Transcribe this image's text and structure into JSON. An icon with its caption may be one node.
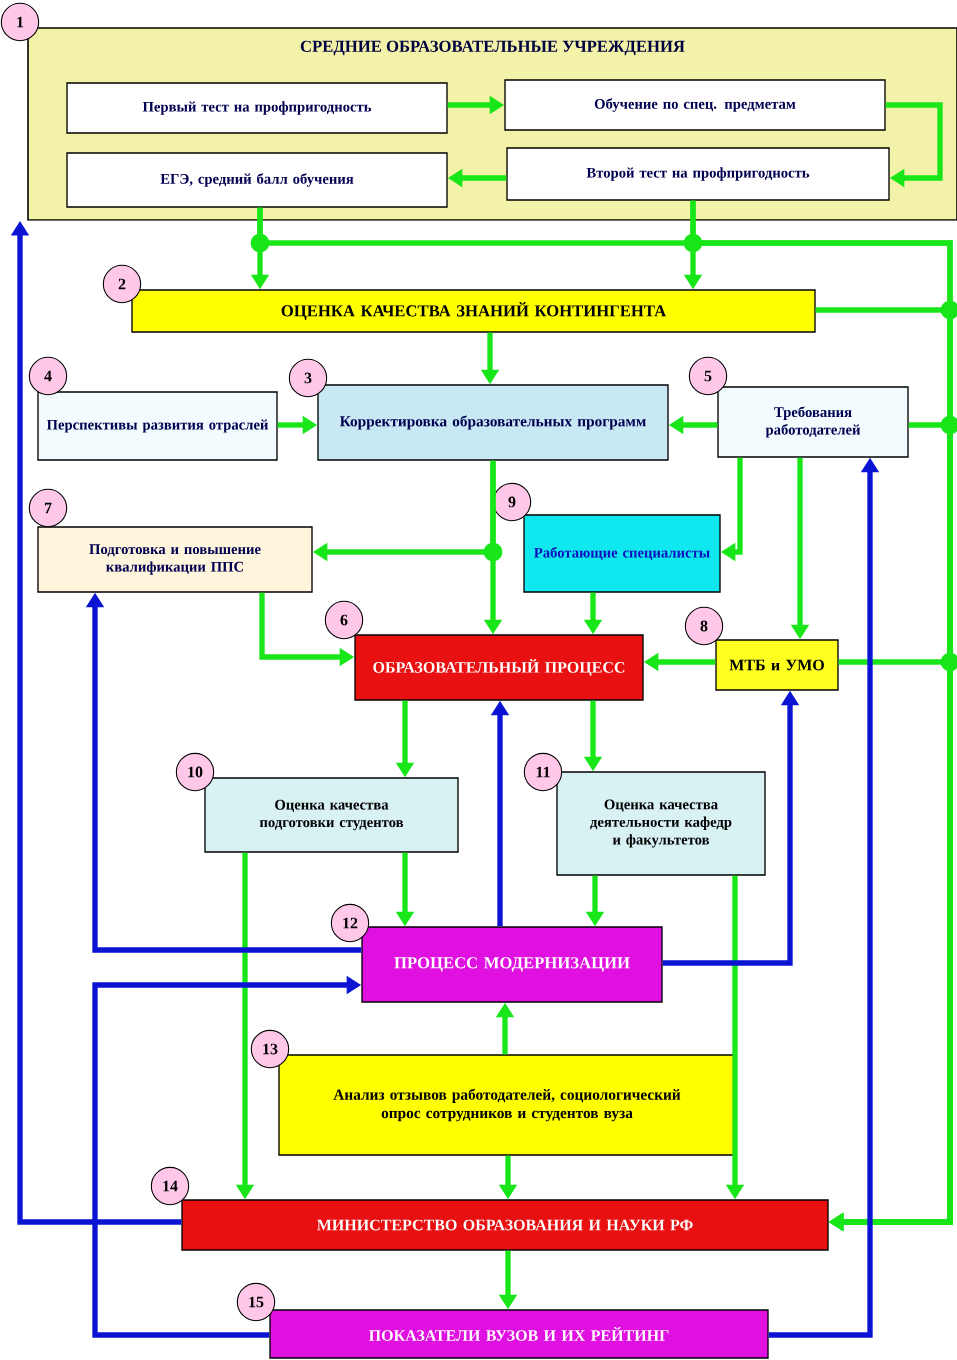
{
  "diagram": {
    "nodes": [
      {
        "text": [
          "СРЕДНИЕ ОБРАЗОВАТЕЛЬНЫЕ УЧРЕЖДЕНИЯ"
        ],
        "beside": [
          "1"
        ]
      },
      {
        "text": [
          "Первый тест на профпригодность"
        ],
        "in": 0
      },
      {
        "text": [
          "Обучение по спец. предметам"
        ],
        "in": 0
      },
      {
        "text": [
          "ЕГЭ, средний балл обучения"
        ],
        "in": 0
      },
      {
        "text": [
          "Второй тест на профпригодность"
        ],
        "in": 0
      },
      {
        "text": [
          "ОЦЕНКА КАЧЕСТВА ЗНАНИЙ КОНТИНГЕНТА"
        ],
        "beside": [
          "2"
        ]
      },
      {
        "text": [
          "Перспективы развития отраслей"
        ],
        "beside": [
          "4"
        ]
      },
      {
        "text": [
          "Корректировка образовательных программ"
        ],
        "beside": [
          "3"
        ]
      },
      {
        "text": [
          "Требования работодателей"
        ],
        "beside": [
          "5"
        ]
      },
      {
        "text": [
          "Подготовка и повышение квалификации ППС"
        ],
        "beside": [
          "7"
        ]
      },
      {
        "text": [
          "Работающие специалисты"
        ],
        "beside": [
          "9"
        ]
      },
      {
        "text": [
          "ОБРАЗОВАТЕЛЬНЫЙ ПРОЦЕСС"
        ],
        "beside": [
          "6"
        ]
      },
      {
        "text": [
          "МТБ и УМО"
        ],
        "beside": [
          "8"
        ]
      },
      {
        "text": [
          "Оценка качества подготовки студентов"
        ],
        "beside": [
          "10"
        ]
      },
      {
        "text": [
          "Оценка качества деятельности кафедр и факультетов"
        ],
        "beside": [
          "11"
        ]
      },
      {
        "text": [
          "ПРОЦЕСС МОДЕРНИЗАЦИИ"
        ],
        "beside": [
          "12"
        ]
      },
      {
        "text": [
          "Анализ отзывов работодателей, социологический опрос сотрудников и студентов вуза"
        ],
        "beside": [
          "13"
        ]
      },
      {
        "text": [
          "МИНИСТЕРСТВО ОБРАЗОВАНИЯ И НАУКИ РФ"
        ],
        "beside": [
          "14"
        ]
      },
      {
        "text": [
          "ПОКАЗАТЕЛИ ВУЗОВ И ИХ РЕЙТИНГ"
        ],
        "beside": [
          "15"
        ]
      }
    ],
    "edges": [
      {
        "from": 1,
        "to": 2,
        "arrow": "to"
      },
      {
        "from": 2,
        "to": 4,
        "arrow": "to"
      },
      {
        "from": 4,
        "to": 3,
        "arrow": "to"
      },
      {
        "from": 3,
        "to": 5,
        "arrow": "to"
      },
      {
        "from": 4,
        "to": 5,
        "arrow": "to"
      },
      {
        "from": 3,
        "to": 17,
        "arrow": "to"
      },
      {
        "from": 4,
        "to": 17,
        "arrow": "to"
      },
      {
        "from": 5,
        "to": 17,
        "arrow": "to"
      },
      {
        "from": 8,
        "to": 17,
        "arrow": "to"
      },
      {
        "from": 12,
        "to": 17,
        "arrow": "to"
      },
      {
        "from": 5,
        "to": 7,
        "arrow": "to"
      },
      {
        "from": 8,
        "to": 7,
        "arrow": "to"
      },
      {
        "from": 6,
        "to": 7,
        "arrow": "to"
      },
      {
        "from": 7,
        "to": 11,
        "arrow": "to"
      },
      {
        "from": 7,
        "to": 9,
        "arrow": "to"
      },
      {
        "from": 8,
        "to": 10,
        "arrow": "to"
      },
      {
        "from": 8,
        "to": 12,
        "arrow": "to"
      },
      {
        "from": 10,
        "to": 11,
        "arrow": "to"
      },
      {
        "from": 9,
        "to": 11,
        "arrow": "to"
      },
      {
        "from": 12,
        "to": 11,
        "arrow": "to"
      },
      {
        "from": 11,
        "to": 13,
        "arrow": "to"
      },
      {
        "from": 11,
        "to": 14,
        "arrow": "to"
      },
      {
        "from": 13,
        "to": 15,
        "arrow": "to"
      },
      {
        "from": 14,
        "to": 15,
        "arrow": "to"
      },
      {
        "from": 13,
        "to": 17,
        "arrow": "to"
      },
      {
        "from": 14,
        "to": 17,
        "arrow": "to"
      },
      {
        "from": 16,
        "to": 15,
        "arrow": "to"
      },
      {
        "from": 16,
        "to": 17,
        "arrow": "to"
      },
      {
        "from": 17,
        "to": 18,
        "arrow": "to"
      },
      {
        "from": 17,
        "to": 0,
        "arrow": "to",
        "color": "#0a14d2"
      },
      {
        "from": 18,
        "to": 15,
        "arrow": "to",
        "color": "#0a14d2"
      },
      {
        "from": 15,
        "to": 9,
        "arrow": "to",
        "color": "#0a14d2"
      },
      {
        "from": 15,
        "to": 11,
        "arrow": "to",
        "color": "#0a14d2"
      },
      {
        "from": 15,
        "to": 12,
        "arrow": "to",
        "color": "#0a14d2"
      },
      {
        "from": 18,
        "to": 8,
        "arrow": "to",
        "color": "#0a14d2"
      }
    ]
  }
}
